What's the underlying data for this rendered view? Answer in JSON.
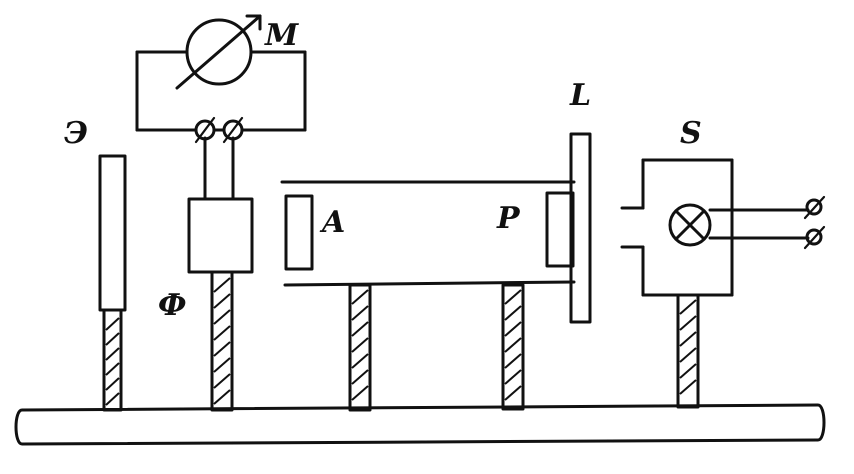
{
  "labels": {
    "meter": "M",
    "screen": "Э",
    "photocell": "Ф",
    "analyzer": "A",
    "polarizer": "P",
    "lens": "L",
    "source": "S"
  },
  "colors": {
    "ink": "#111111",
    "paper": "#ffffff"
  }
}
